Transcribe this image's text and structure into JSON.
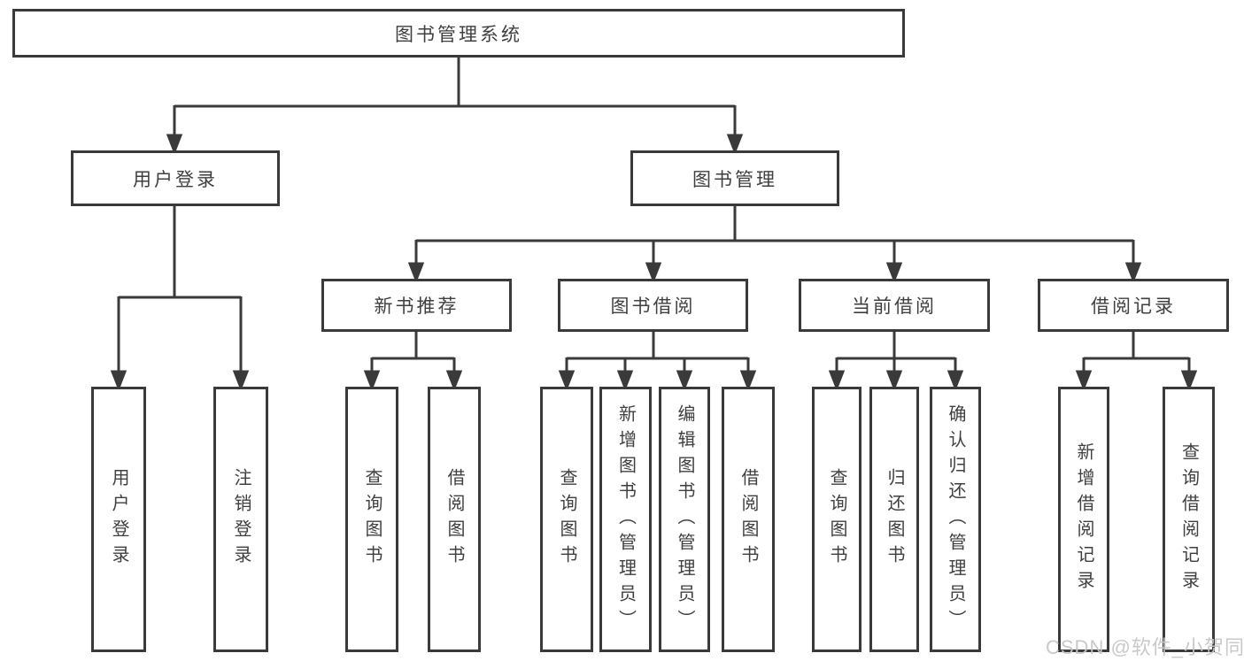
{
  "diagram": {
    "root": {
      "label": "图书管理系统"
    },
    "branches": [
      {
        "label": "用户登录",
        "children": [
          {
            "label": "用户登录"
          },
          {
            "label": "注销登录"
          }
        ]
      },
      {
        "label": "图书管理",
        "children": [
          {
            "label": "新书推荐",
            "children": [
              {
                "label": "查询图书"
              },
              {
                "label": "借阅图书"
              }
            ]
          },
          {
            "label": "图书借阅",
            "children": [
              {
                "label": "查询图书"
              },
              {
                "label": "新增图书（管理员）"
              },
              {
                "label": "编辑图书（管理员）"
              },
              {
                "label": "借阅图书"
              }
            ]
          },
          {
            "label": "当前借阅",
            "children": [
              {
                "label": "查询图书"
              },
              {
                "label": "归还图书"
              },
              {
                "label": "确认归还（管理员）"
              }
            ]
          },
          {
            "label": "借阅记录",
            "children": [
              {
                "label": "新增借阅记录"
              },
              {
                "label": "查询借阅记录"
              }
            ]
          }
        ]
      }
    ]
  },
  "watermark": {
    "text": "CSDN @软件_小贺同学"
  },
  "colors": {
    "line": "#3a3a3a",
    "text": "#3f3f3f",
    "background": "#ffffff",
    "watermark": "#c6c6c6"
  }
}
